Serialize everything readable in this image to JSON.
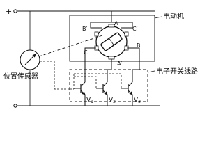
{
  "supply": {
    "plus": "+",
    "minus": "−"
  },
  "labels": {
    "motor": "电动机",
    "position_sensor": "位置传感器",
    "switch_circuit": "电子开关线路"
  },
  "terminals": {
    "A": "A",
    "A_prime": "A′",
    "B": "B",
    "B_prime": "B′",
    "C": "C",
    "C_prime": "C′"
  },
  "transistors": [
    {
      "label": "V",
      "sub": "1"
    },
    {
      "label": "V",
      "sub": "2"
    },
    {
      "label": "V",
      "sub": "3"
    }
  ]
}
